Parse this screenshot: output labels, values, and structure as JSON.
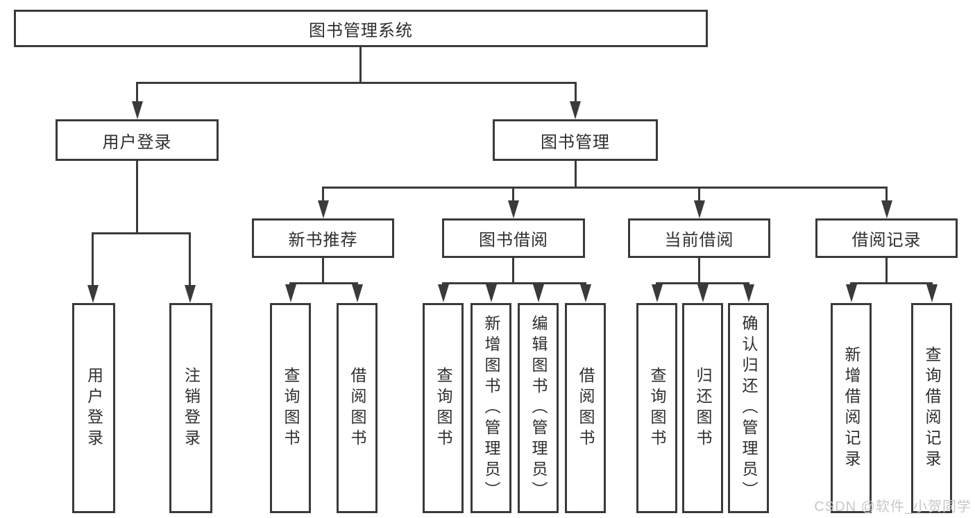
{
  "diagram": {
    "root_label": "图书管理系统",
    "level2": [
      {
        "label": "用户登录",
        "children": [
          "用户登录",
          "注销登录"
        ]
      },
      {
        "label": "图书管理",
        "children": [
          {
            "label": "新书推荐",
            "children": [
              "查询图书",
              "借阅图书"
            ]
          },
          {
            "label": "图书借阅",
            "children": [
              "查询图书",
              "新增图书（管理员）",
              "编辑图书（管理员）",
              "借阅图书"
            ]
          },
          {
            "label": "当前借阅",
            "children": [
              "查询图书",
              "归还图书",
              "确认归还（管理员）"
            ]
          },
          {
            "label": "借阅记录",
            "children": [
              "新增借阅记录",
              "查询借阅记录"
            ]
          }
        ]
      }
    ]
  },
  "watermark": {
    "text": "CSDN @软件_小贺同学"
  },
  "colors": {
    "line": "#3a3a3a",
    "box_border": "#3a3a3a",
    "box_fill": "#ffffff",
    "text": "#2e2e2e",
    "watermark": "#c8c8c8"
  }
}
